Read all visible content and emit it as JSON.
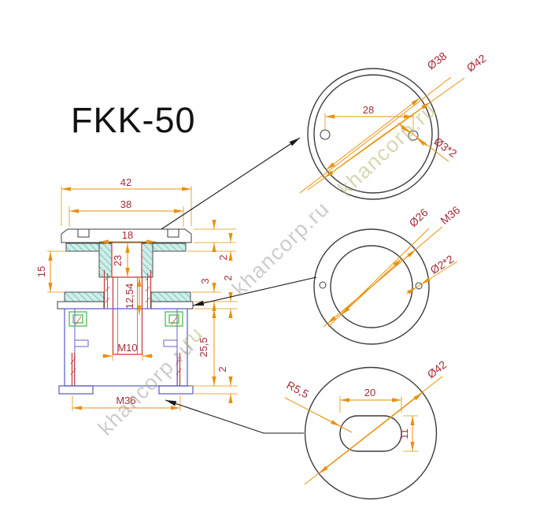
{
  "title": "FKK-50",
  "watermark": {
    "text": "khancorp.ru",
    "tail": ".ru"
  },
  "side": {
    "d42": "42",
    "d38": "38",
    "d18": "18",
    "d15": "15",
    "d23": "23",
    "d1254": "12,54",
    "m10": "M10",
    "m36": "M36",
    "h255": "25,5",
    "t2_gasket": "2",
    "t3_flange": "3",
    "t2_washer": "2",
    "t2_foot": "2"
  },
  "top_circle": {
    "d38": "Ø38",
    "d42": "Ø42",
    "span": "28",
    "holes": "Ø3*2"
  },
  "mid_circle": {
    "d26": "Ø26",
    "m36": "M36",
    "holes": "Ø2*2"
  },
  "bot_circle": {
    "d42": "Ø42",
    "slot_w": "20",
    "slot_h": "11",
    "radius": "R5,5"
  },
  "colors": {
    "dim_line": "#e8920c",
    "dim_text": "#a52c38",
    "body_blue": "#6363cf",
    "detail_red": "#cf3333",
    "gasket_teal": "#49a89c",
    "watermark_gray": "#a3a3a3",
    "watermark_olive": "#b7b778"
  }
}
